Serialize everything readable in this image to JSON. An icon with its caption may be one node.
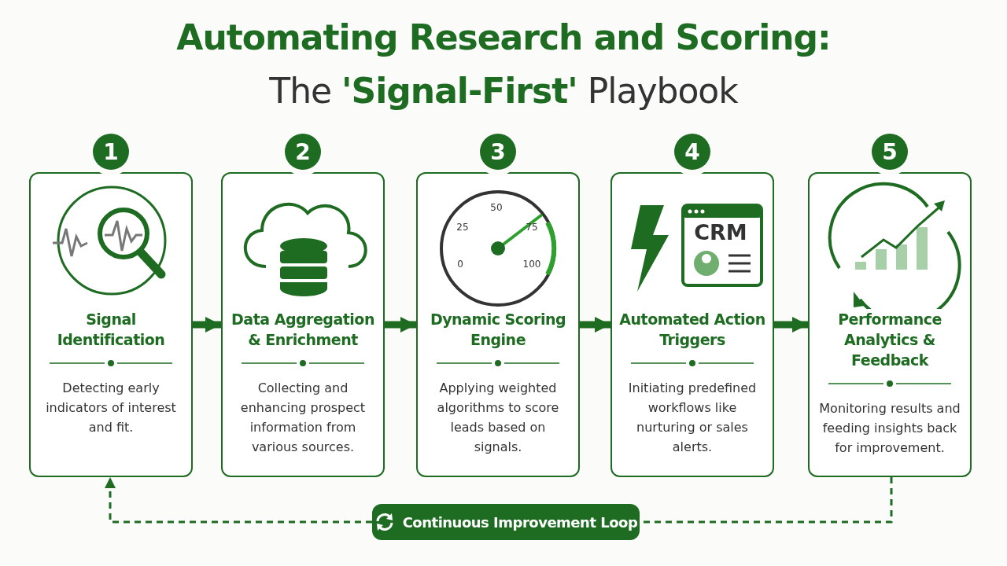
{
  "diagram": {
    "title": "**Automating Research and Scoring:** The **'Signal-First'** Playbook",
    "nodes": [
      {
        "text": [
          "1"
        ]
      },
      {
        "text": [
          "Signal Identification",
          "Detecting early indicators of interest and fit."
        ]
      },
      {
        "text": [
          "2"
        ]
      },
      {
        "text": [
          "Data Aggregation & Enrichment",
          "Collecting and enhancing prospect information from various sources."
        ]
      },
      {
        "text": [
          "3"
        ]
      },
      {
        "text": [
          "Dynamic Scoring Engine",
          "Applying weighted algorithms to score leads based on signals."
        ]
      },
      {
        "text": [
          "4"
        ]
      },
      {
        "text": [
          "Automated Action Triggers",
          "Initiating predefined workflows like nurturing or sales alerts."
        ]
      },
      {
        "text": [
          "5"
        ]
      },
      {
        "text": [
          "Performance Analytics & Feedback",
          "Monitoring results and feeding insights back for improvement."
        ]
      },
      {
        "text": [
          "Continuous Improvement Loop"
        ]
      }
    ],
    "edges": [
      {
        "from": 1,
        "to": 3,
        "arrow": "to"
      },
      {
        "from": 3,
        "to": 5,
        "arrow": "to"
      },
      {
        "from": 5,
        "to": 7,
        "arrow": "to"
      },
      {
        "from": 7,
        "to": 9,
        "arrow": "to"
      },
      {
        "from": 9,
        "to": 10,
        "arrow": "none",
        "style": "dashed"
      },
      {
        "from": 10,
        "to": 1,
        "arrow": "to",
        "style": "dashed"
      }
    ],
    "labels": [
      "50",
      "25",
      "75",
      "0",
      "100",
      "CRM"
    ]
  }
}
